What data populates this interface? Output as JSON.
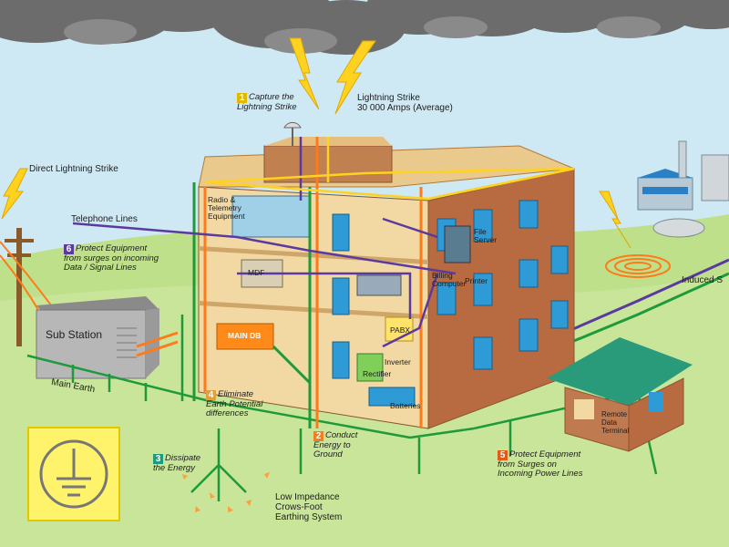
{
  "colors": {
    "sky": "#cfe9f4",
    "ground": "#a8d26a",
    "earth_line": "#1f9a3a",
    "power_line": "#ff7a1a",
    "data_line": "#5b3aa0",
    "lightning": "#ffd21f",
    "wall": "#b86a40",
    "floor": "#f2d9a3",
    "cloud": "#6c6c6c"
  },
  "labels": {
    "capture": {
      "number": "1",
      "text": "Capture the\nLightning Strike",
      "number_color": "#e0b800"
    },
    "strike_top": "Lightning Strike\n30 000 Amps (Average)",
    "direct_strike": "Direct Lightning Strike",
    "telephone": "Telephone Lines",
    "protect_data": {
      "number": "6",
      "text": "Protect Equipment\nfrom surges on incoming\nData / Signal Lines",
      "number_color": "#5b3aa0"
    },
    "sub_station": "Sub Station",
    "main_earth": "Main Earth",
    "eliminate": {
      "number": "4",
      "text": "Eliminate\nEarth Potential\ndifferences",
      "number_color": "#e0a040"
    },
    "conduct": {
      "number": "2",
      "text": "Conduct\nEnergy to\nGround",
      "number_color": "#f08020"
    },
    "dissipate": {
      "number": "3",
      "text": "Dissipate\nthe Energy",
      "number_color": "#1f9a7a"
    },
    "low_impedance": "Low Impedance\nCrows-Foot\nEarthing System",
    "protect_power": {
      "number": "5",
      "text": "Protect Equipment\nfrom Surges on\nIncoming Power Lines",
      "number_color": "#e05a1a"
    },
    "induced": "Induced S",
    "remote_terminal": "Remote\nData\nTerminal"
  },
  "equipment": {
    "radio": "Radio &\nTelemetry\nEquipment",
    "mdf": "MDF",
    "main_db": "MAIN DB",
    "file_server": "File\nServer",
    "billing": "Billing\nComputer",
    "printer": "Printer",
    "pabx": "PABX",
    "inverter": "Inverter",
    "rectifier": "Rectifier",
    "batteries": "Batteries"
  },
  "icons": [
    "lightning-bolt-icon",
    "satellite-dish-icon",
    "earth-ground-icon",
    "cloud-icon"
  ]
}
